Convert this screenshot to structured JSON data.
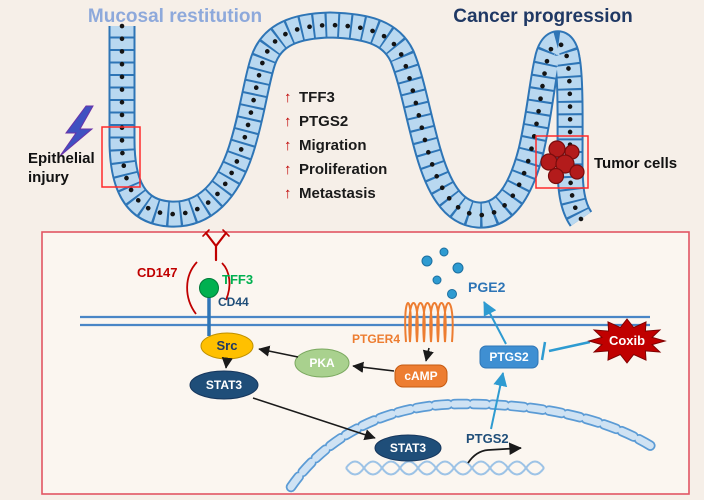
{
  "figure": {
    "title_left": "Mucosal restitution",
    "title_right": "Cancer progression",
    "injury_line1": "Epithelial",
    "injury_line2": "injury",
    "tumor_label": "Tumor cells",
    "up_glyph": "↑",
    "upregulated": [
      "TFF3",
      "PTGS2",
      "Migration",
      "Proliferation",
      "Metastasis"
    ]
  },
  "pathway": {
    "cd147": "CD147",
    "tff3": "TFF3",
    "cd44": "CD44",
    "src": "Src",
    "stat3": "STAT3",
    "pka": "PKA",
    "camp": "cAMP",
    "ptger4": "PTGER4",
    "pge2": "PGE2",
    "ptgs2": "PTGS2",
    "coxib": "Coxib",
    "nucleus_stat3": "STAT3",
    "ptgs2_gene": "PTGS2"
  },
  "colors": {
    "background": "#f6efe8",
    "title_left": "#8ea9db",
    "title_right": "#1f3864",
    "red": "#c00000",
    "tumor_red": "#b31b1b",
    "green": "#00b050",
    "navy": "#1f4e79",
    "steel_blue": "#2e75b6",
    "light_blue": "#2e9bd1",
    "cell_fill": "#b9d8f0",
    "yellow": "#ffc000",
    "orange": "#ed7d31",
    "pka_green": "#a9d18e",
    "ptgs2_blue": "#3f8fd2",
    "box_border": "#e25563"
  }
}
